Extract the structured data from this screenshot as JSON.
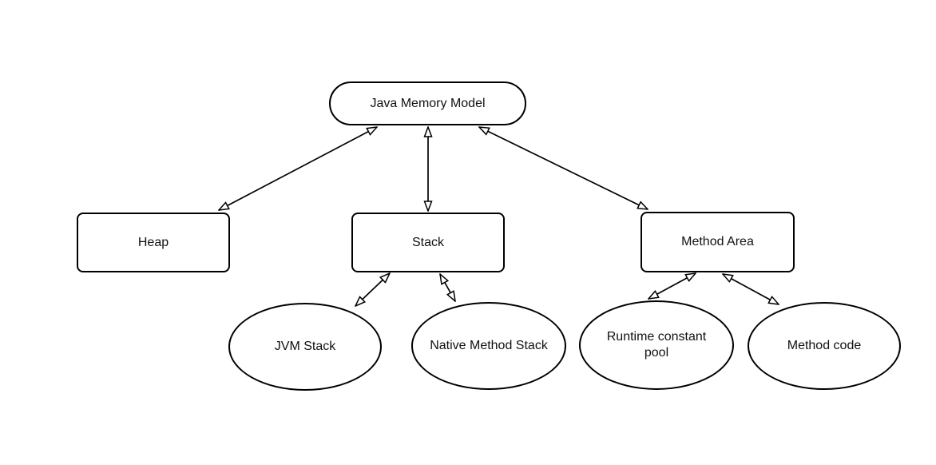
{
  "diagram": {
    "type": "tree-diagram",
    "background_color": "#ffffff",
    "stroke_color": "#000000",
    "nodes": {
      "jmm": {
        "label": "Java Memory Model",
        "shape": "rounded-pill"
      },
      "heap": {
        "label": "Heap",
        "shape": "rectangle"
      },
      "stack": {
        "label": "Stack",
        "shape": "rectangle"
      },
      "method_area": {
        "label": "Method Area",
        "shape": "rectangle"
      },
      "jvm_stack": {
        "label": "JVM Stack",
        "shape": "ellipse"
      },
      "native_method_stack": {
        "label": "Native Method Stack",
        "shape": "ellipse"
      },
      "runtime_constant_pool": {
        "label": "Runtime constant pool",
        "shape": "ellipse"
      },
      "method_code": {
        "label": "Method code",
        "shape": "ellipse"
      }
    },
    "edges": [
      {
        "from": "Java Memory Model",
        "to": "Heap",
        "style": "double-open-arrow"
      },
      {
        "from": "Java Memory Model",
        "to": "Stack",
        "style": "double-open-arrow"
      },
      {
        "from": "Java Memory Model",
        "to": "Method Area",
        "style": "double-open-arrow"
      },
      {
        "from": "Stack",
        "to": "JVM Stack",
        "style": "double-open-arrow"
      },
      {
        "from": "Stack",
        "to": "Native Method Stack",
        "style": "double-open-arrow"
      },
      {
        "from": "Method Area",
        "to": "Runtime constant pool",
        "style": "double-open-arrow"
      },
      {
        "from": "Method Area",
        "to": "Method code",
        "style": "double-open-arrow"
      }
    ]
  }
}
